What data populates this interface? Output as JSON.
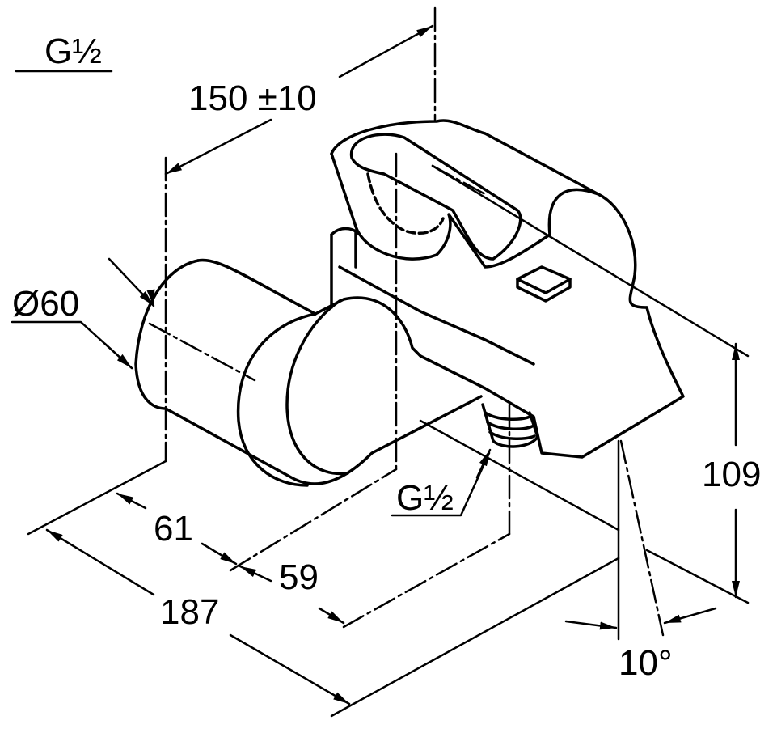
{
  "dimensions": {
    "spacing": "150 ±10",
    "inlet_thread": "G½",
    "body_diameter": "Ø60",
    "outlet_thread": "G½",
    "depth_body": "61",
    "depth_outlet": "59",
    "total_depth": "187",
    "height": "109",
    "angle": "10°"
  },
  "colors": {
    "line": "#000000",
    "background": "#ffffff"
  }
}
